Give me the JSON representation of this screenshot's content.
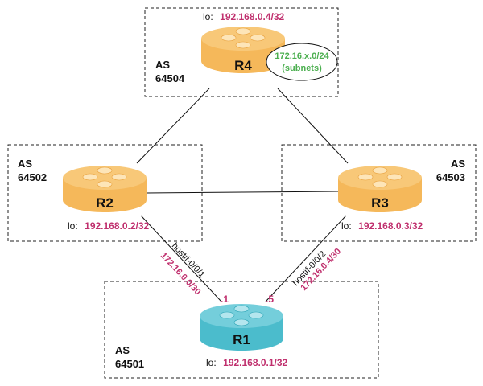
{
  "colors": {
    "ip": "#c0306e",
    "subnet_note": "#4caf50",
    "router_orange": "#f5b85a",
    "router_orange_dark": "#e8a03c",
    "router_teal": "#4bbccc",
    "router_teal_dark": "#2aa4b6"
  },
  "as_r4": {
    "line1": "AS",
    "line2": "64504"
  },
  "as_r2": {
    "line1": "AS",
    "line2": "64502"
  },
  "as_r3": {
    "line1": "AS",
    "line2": "64503"
  },
  "as_r1": {
    "line1": "AS",
    "line2": "64501"
  },
  "routers": {
    "r4": {
      "name": "R4",
      "lo_label": "lo:",
      "lo_ip": "192.168.0.4/32"
    },
    "r2": {
      "name": "R2",
      "lo_label": "lo:",
      "lo_ip": "192.168.0.2/32"
    },
    "r3": {
      "name": "R3",
      "lo_label": "lo:",
      "lo_ip": "192.168.0.3/32"
    },
    "r1": {
      "name": "R1",
      "lo_label": "lo:",
      "lo_ip": "192.168.0.1/32"
    }
  },
  "subnets_note": {
    "line1": "172.16.x.0/24",
    "line2": "(subnets)"
  },
  "links": {
    "r2_r1": {
      "iface": "hostif-0/0/1",
      "subnet": "172.16.0.0/30",
      "port": ".1"
    },
    "r3_r1": {
      "iface": "hostif-0/0/2",
      "subnet": "172.16.0.4/30",
      "port": ".5"
    }
  }
}
